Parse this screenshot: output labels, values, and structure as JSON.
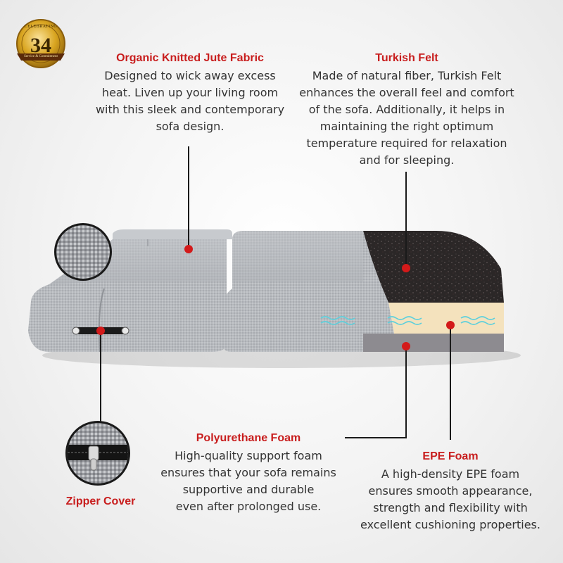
{
  "badge": {
    "number": "34",
    "top_text": "CELEBRATING",
    "ribbon_text": "Service & Commitment"
  },
  "callouts": {
    "jute": {
      "title": "Organic Knitted Jute Fabric",
      "lines": [
        "Designed to wick away excess",
        "heat. Liven up your living room",
        "with this sleek and contemporary",
        "sofa design."
      ]
    },
    "felt": {
      "title": "Turkish Felt",
      "lines": [
        "Made of natural fiber, Turkish Felt",
        "enhances the overall feel and comfort",
        "of the sofa. Additionally, it helps in",
        "maintaining the right optimum",
        "temperature required for relaxation",
        "and for sleeping."
      ]
    },
    "poly": {
      "title": "Polyurethane Foam",
      "lines": [
        "High-quality support foam",
        "ensures that your sofa remains",
        "supportive and durable",
        "even after prolonged use."
      ]
    },
    "epe": {
      "title": "EPE Foam",
      "lines": [
        "A high-density EPE foam",
        "ensures smooth appearance,",
        "strength and flexibility with",
        "excellent cushioning properties."
      ]
    },
    "zipper": {
      "title": "Zipper Cover"
    }
  },
  "colors": {
    "accent": "#c81d1d",
    "fabric": "#b4b7bc",
    "felt": "#2a2626",
    "epe": "#f4e2bd",
    "poly": "#8d8b90",
    "gold": "#d9a520"
  },
  "icons": [
    "wave-icon",
    "marker-dot-icon",
    "badge-seal-icon"
  ]
}
